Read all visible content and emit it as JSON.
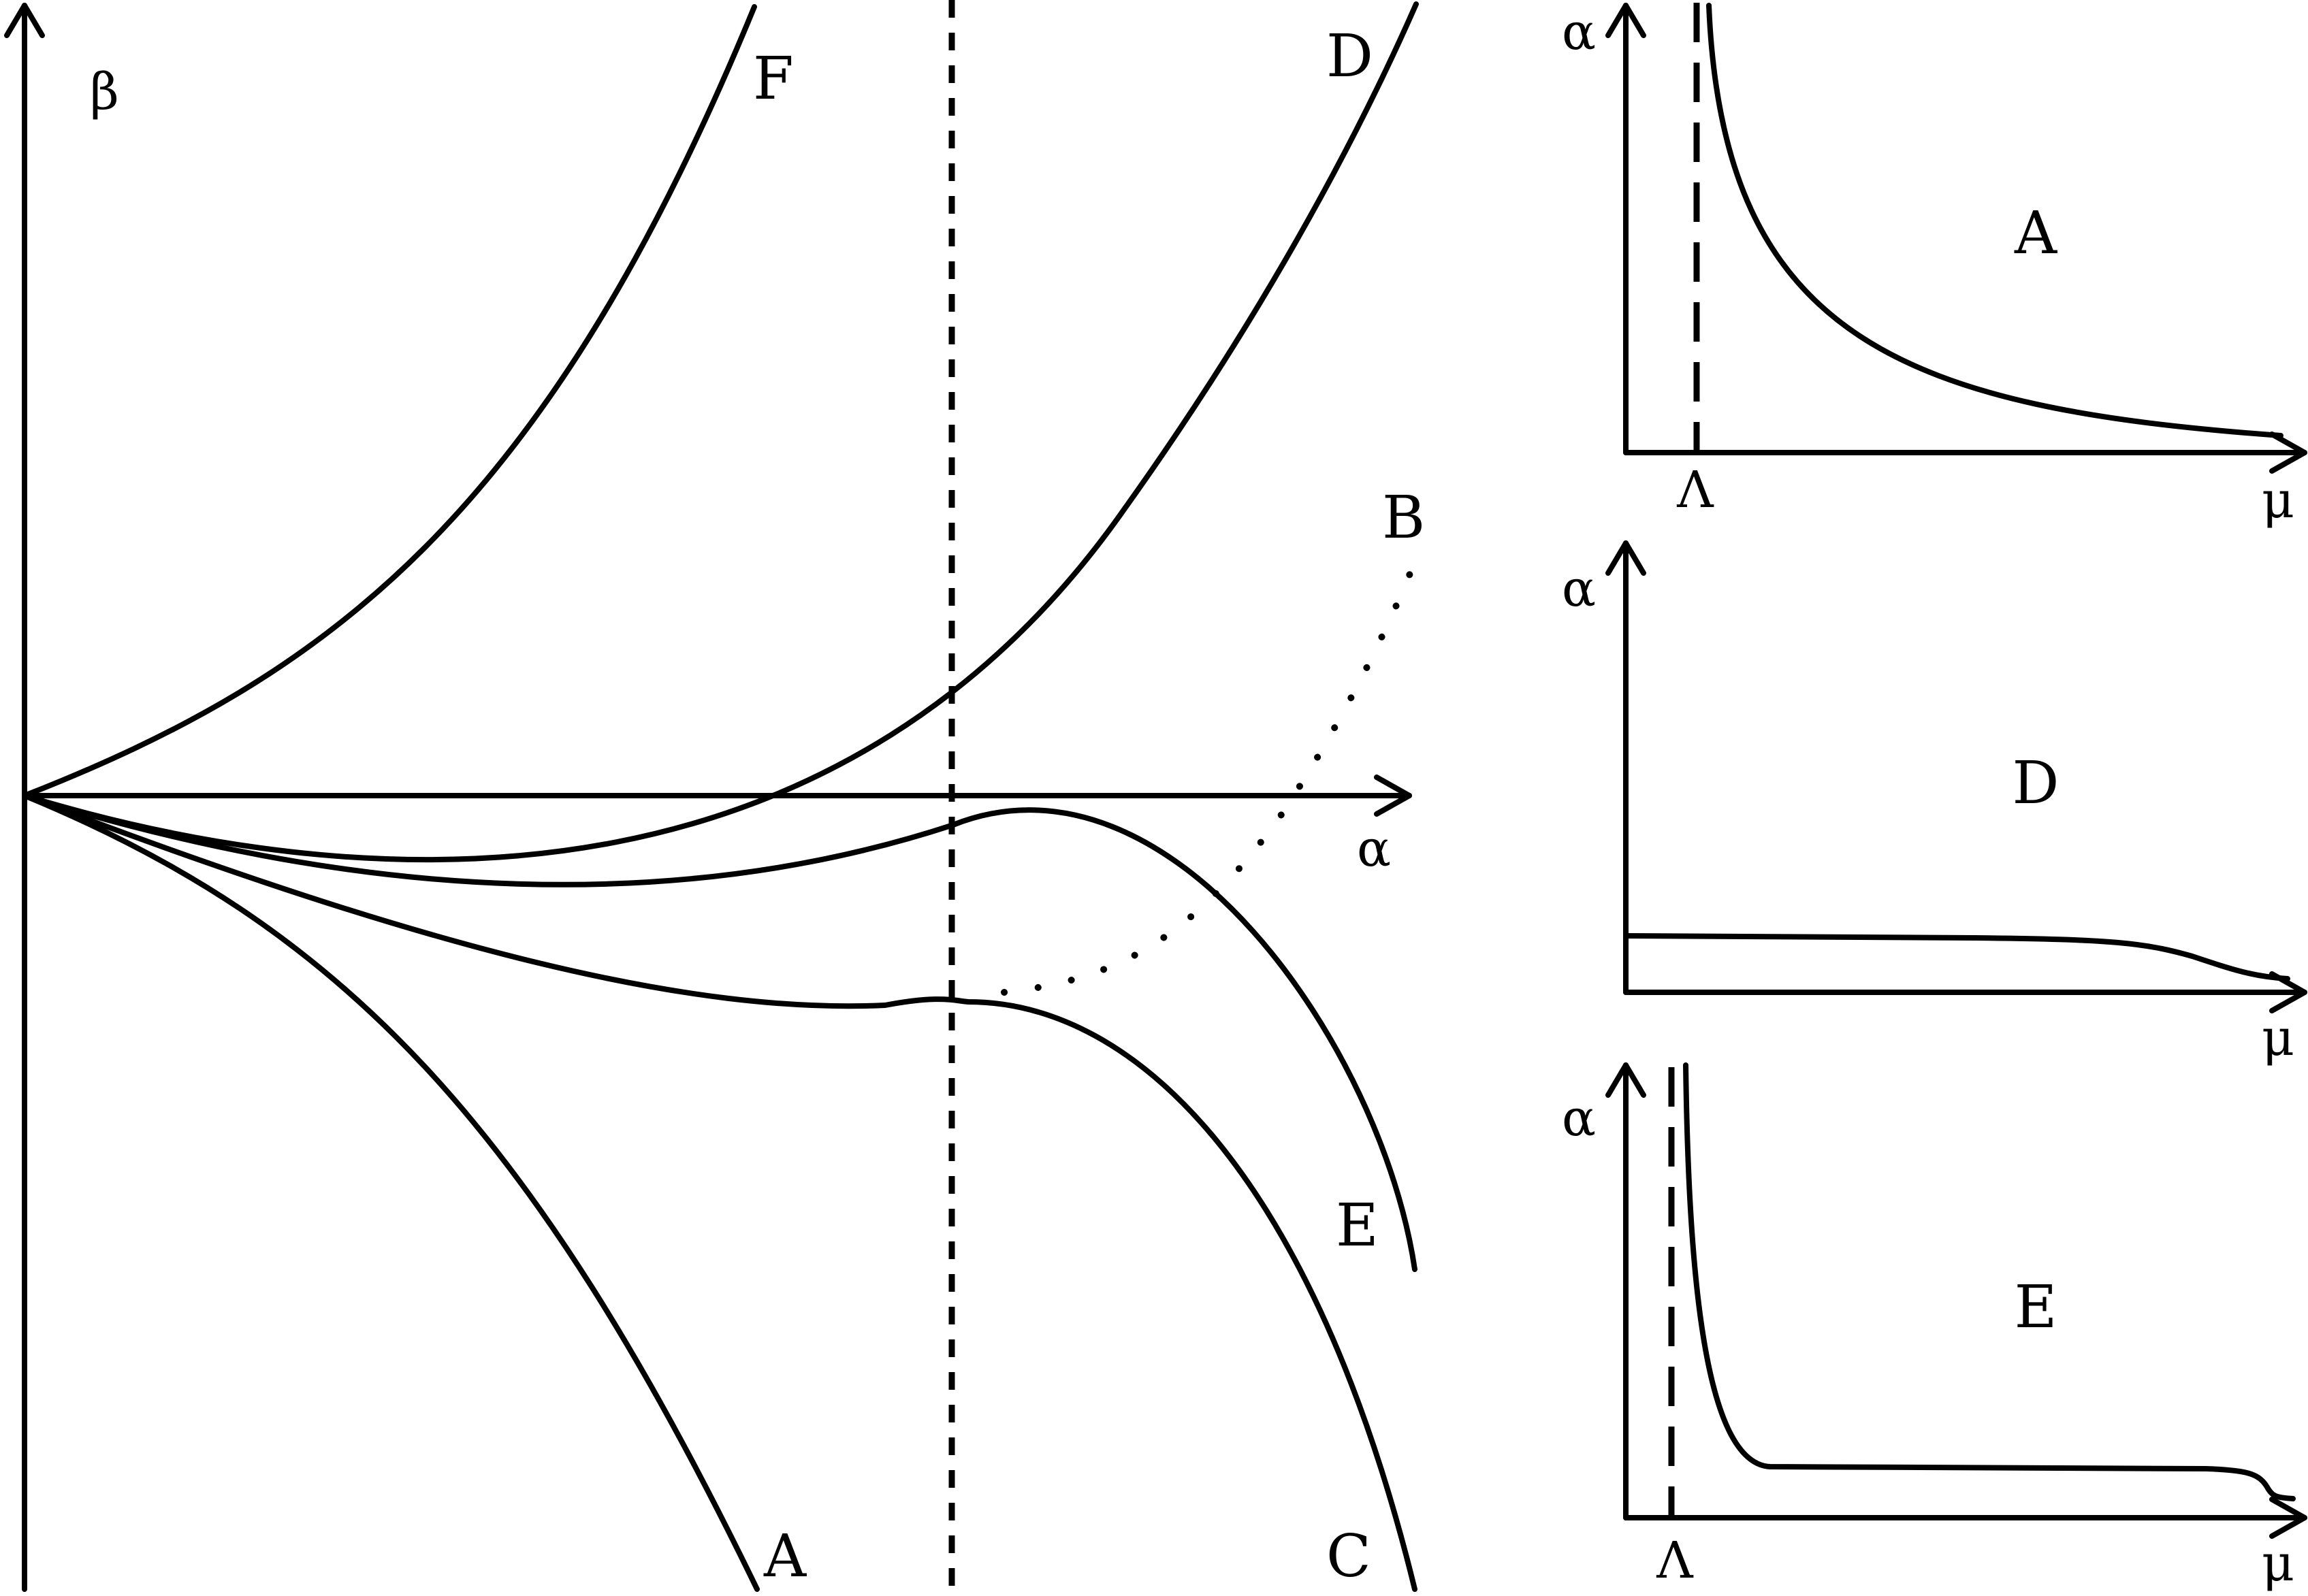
{
  "main_plot": {
    "y_axis_label": "β",
    "x_axis_label": "α",
    "curves": [
      {
        "id": "A",
        "label": "A"
      },
      {
        "id": "B",
        "label": "B"
      },
      {
        "id": "C",
        "label": "C"
      },
      {
        "id": "D",
        "label": "D"
      },
      {
        "id": "E",
        "label": "E"
      },
      {
        "id": "F",
        "label": "F"
      }
    ]
  },
  "insets": [
    {
      "id": "inset-A",
      "label": "A",
      "y_axis_label": "α",
      "x_axis_label": "μ",
      "tick_label": "Λ"
    },
    {
      "id": "inset-D",
      "label": "D",
      "y_axis_label": "α",
      "x_axis_label": "μ"
    },
    {
      "id": "inset-E",
      "label": "E",
      "y_axis_label": "α",
      "x_axis_label": "μ",
      "tick_label": "Λ"
    }
  ]
}
